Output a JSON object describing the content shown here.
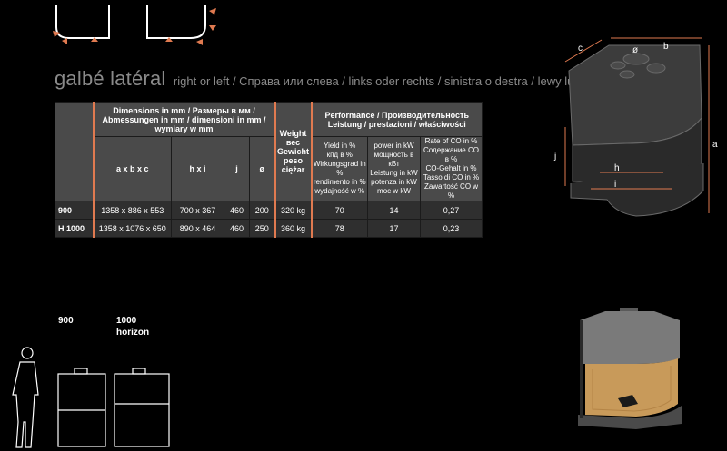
{
  "title": {
    "main": "galbé latéral",
    "sub": "right or left / Справа или слева  / links oder rechts / sinistra o destra / lewy lub prawy"
  },
  "table": {
    "dim_header": "Dimensions in mm / Размеры в мм / Abmessungen in mm / dimensioni in mm / wymiary w mm",
    "weight_header": "Weight\nвес\nGewicht\npeso\nciężar",
    "perf_header": "Performance / Производительность\nLeistung / prestazioni / właściwości",
    "cols": {
      "axbxc": "a x b x c",
      "hxi": "h x i",
      "j": "j",
      "o": "ø",
      "yield": "Yield in %\nкпд в %\nWirkungsgrad in %\nrendimento in %\nwydajność w %",
      "power": "power in kW\nмощность в кВт\nLeistung in kW\npotenza in kW\nmoc w kW",
      "co": "Rate of CO in %\nСодержание CO в %\nCO-Gehalt in %\nTasso di CO in %\nZawartość CO w %"
    },
    "rows": [
      {
        "model": "900",
        "axbxc": "1358 x 886 x 553",
        "hxi": "700 x 367",
        "j": "460",
        "o": "200",
        "weight": "320 kg",
        "yield": "70",
        "power": "14",
        "co": "0,27"
      },
      {
        "model": "H 1000",
        "axbxc": "1358 x 1076 x 650",
        "hxi": "890 x 464",
        "j": "460",
        "o": "250",
        "weight": "360 kg",
        "yield": "78",
        "power": "17",
        "co": "0,23"
      }
    ]
  },
  "diagram": {
    "labels": {
      "a": "a",
      "b": "b",
      "c": "c",
      "o": "ø",
      "h": "h",
      "i": "i",
      "j": "j"
    }
  },
  "silhouettes": {
    "label_900": "900",
    "label_1000": "1000",
    "label_horizon": "horizon"
  },
  "colors": {
    "accent": "#e07a50",
    "header_bg": "#4a4a4a",
    "row_bg": "#2f2f2f",
    "title_gray": "#8a8a8a"
  }
}
